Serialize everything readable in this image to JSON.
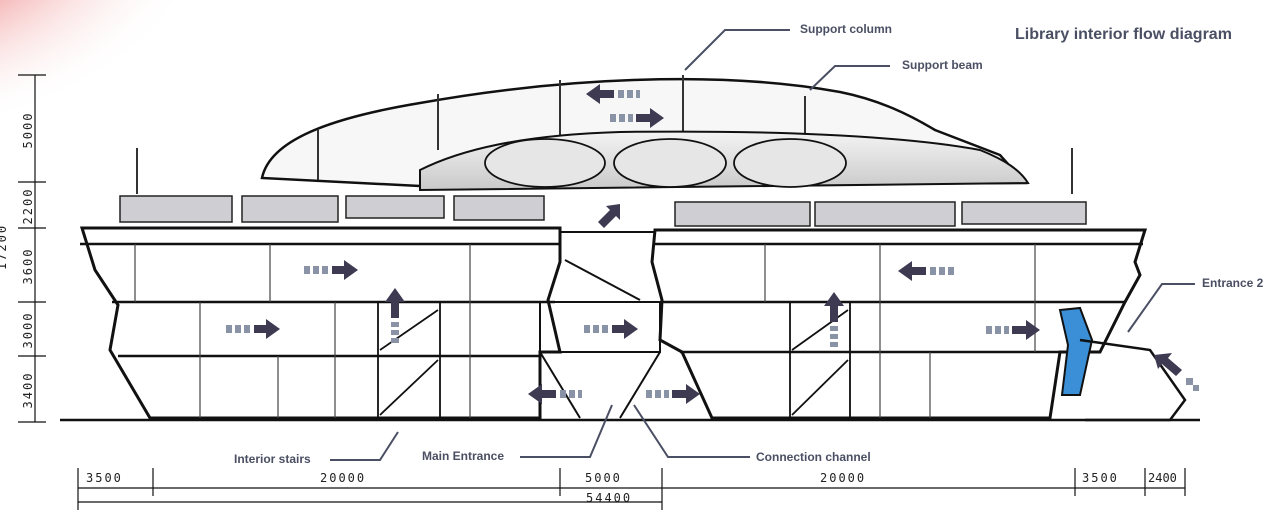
{
  "title": "Library interior flow diagram",
  "labels": {
    "support_column": "Support column",
    "support_beam": "Support beam",
    "entrance_2": "Entrance 2",
    "interior_stairs": "Interior stairs",
    "main_entrance": "Main Entrance",
    "connection_channel": "Connection channel"
  },
  "dimensions": {
    "horizontal": [
      "3500",
      "20000",
      "5000",
      "20000",
      "3500",
      "2400"
    ],
    "total_width": "54400",
    "vertical": [
      "5000",
      "2200",
      "3600",
      "3000",
      "3400"
    ],
    "total_height": "17200"
  },
  "colors": {
    "arrow": "#3d3a52",
    "label": "#4a4f63",
    "entrance_blue": "#3b8fd6",
    "accent_red": "#e32b2b"
  }
}
